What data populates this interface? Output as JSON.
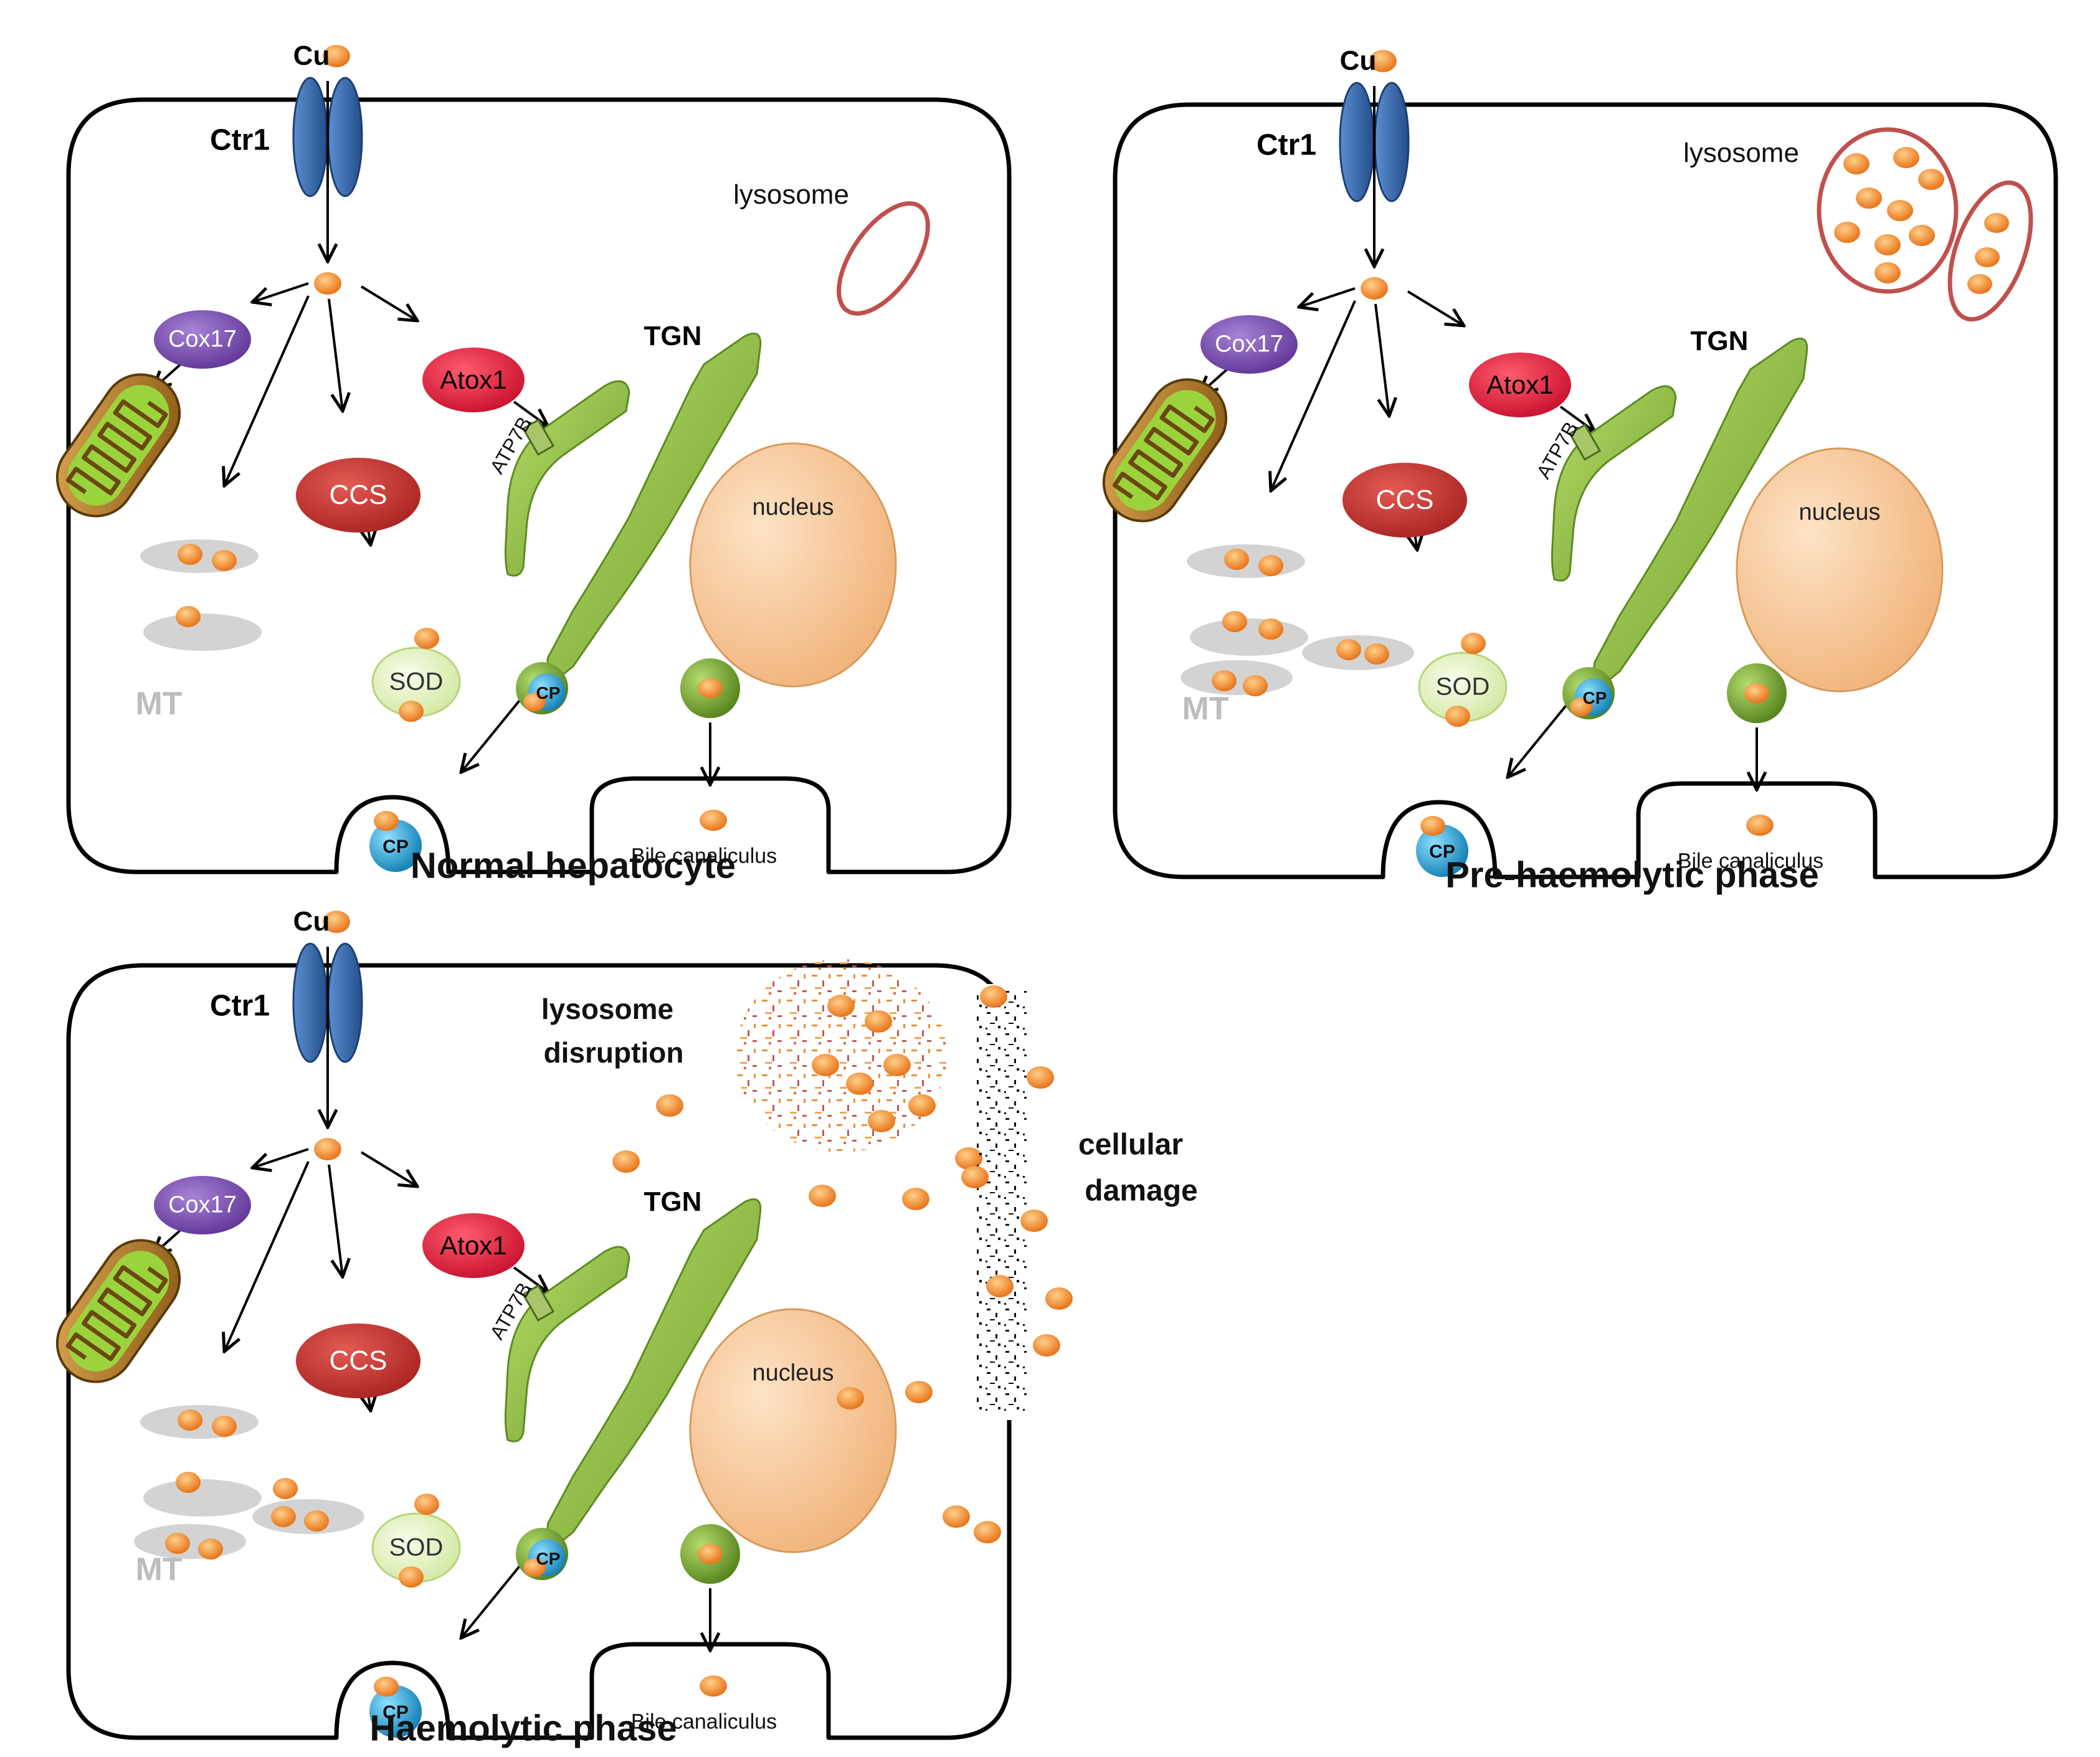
{
  "panels": [
    {
      "key": "normal",
      "caption": "Normal hepatocyte",
      "labels": {
        "cu": "Cu",
        "ctr1": "Ctr1",
        "cox17": "Cox17",
        "atox1": "Atox1",
        "ccs": "CCS",
        "sod": "SOD",
        "mt": "MT",
        "tgn": "TGN",
        "atp7b": "ATP7B",
        "cp_golgi": "CP",
        "cp_vesicle": "CP",
        "nucleus": "nucleus",
        "lysosome": "lysosome",
        "bile": "Bile canaliculus"
      }
    },
    {
      "key": "pre",
      "caption": "Pre-haemolytic phase",
      "labels": {
        "cu": "Cu",
        "ctr1": "Ctr1",
        "cox17": "Cox17",
        "atox1": "Atox1",
        "ccs": "CCS",
        "sod": "SOD",
        "mt": "MT",
        "tgn": "TGN",
        "atp7b": "ATP7B",
        "cp_golgi": "CP",
        "cp_vesicle": "CP",
        "nucleus": "nucleus",
        "lysosome": "lysosome",
        "bile": "Bile canaliculus"
      }
    },
    {
      "key": "haem",
      "caption": "Haemolytic phase",
      "labels": {
        "cu": "Cu",
        "ctr1": "Ctr1",
        "cox17": "Cox17",
        "atox1": "Atox1",
        "ccs": "CCS",
        "sod": "SOD",
        "mt": "MT",
        "tgn": "TGN",
        "atp7b": "ATP7B",
        "cp_golgi": "CP",
        "cp_vesicle": "CP",
        "nucleus": "nucleus",
        "lysosome_line1": "lysosome",
        "lysosome_line2": "disruption",
        "damage_line1": "cellular",
        "damage_line2": "damage",
        "bile": "Bile canaliculus"
      }
    }
  ],
  "colors": {
    "copper": "#f08c2a",
    "ctr1": "#3466a8",
    "cox17": "#7a4fb0",
    "atox1": "#e0233c",
    "ccs": "#c8332e",
    "sod": "#e6f2c8",
    "tgn": "#8dbb3c",
    "nucleus": "#f5c79a",
    "lysosome": "#c0504d",
    "cp": "#2aa3d6",
    "mt_label": "#bdbdbd"
  }
}
